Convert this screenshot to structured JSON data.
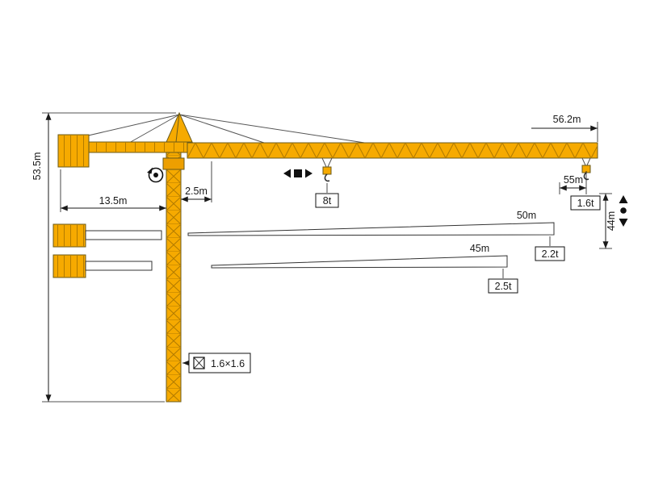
{
  "colors": {
    "crane_yellow": "#F6AA00",
    "truss_line": "#b27b00",
    "dimension_line": "#1a1a1a"
  },
  "dimensions": {
    "tower_height": "53.5m",
    "counter_jib_radius": "13.5m",
    "tower_to_jib": "2.5m",
    "max_jib_radius": "56.2m",
    "tip_load_radius": "55m",
    "hook_height": "44m"
  },
  "capacities": {
    "max_load": "8t",
    "tip_load_56m": "1.6t",
    "tip_load_50m": "2.2t",
    "tip_load_45m": "2.5t"
  },
  "jib_options": {
    "jib_50": "50m",
    "jib_45": "45m"
  },
  "mast": {
    "section": "1.6×1.6"
  },
  "icons": {
    "slewing": "slewing-rotation-icon",
    "trolley_travel": "trolley-direction-icon",
    "hoist": "hoist-direction-icon",
    "mast_cross_section": "mast-cross-section-icon"
  }
}
